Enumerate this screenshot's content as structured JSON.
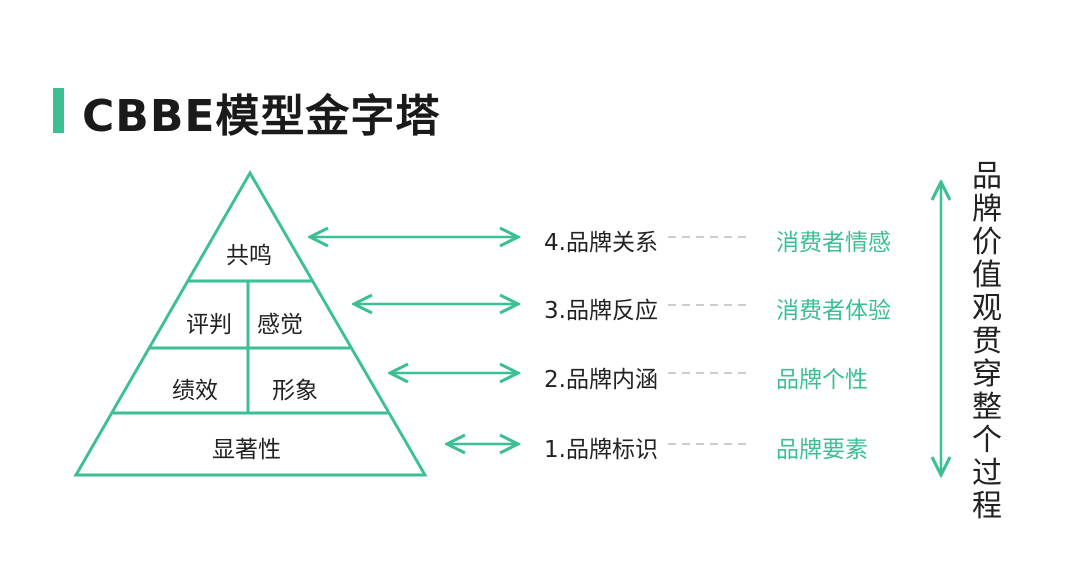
{
  "title": "CBBE模型金字塔",
  "colors": {
    "accent": "#3dbf94",
    "text": "#222222"
  },
  "pyramid": {
    "top": "共鸣",
    "row2_left": "评判",
    "row2_right": "感觉",
    "row3_left": "绩效",
    "row3_right": "形象",
    "base": "显著性"
  },
  "levels": [
    {
      "label": "4.品牌关系",
      "meaning": "消费者情感"
    },
    {
      "label": "3.品牌反应",
      "meaning": "消费者体验"
    },
    {
      "label": "2.品牌内涵",
      "meaning": "品牌个性"
    },
    {
      "label": "1.品牌标识",
      "meaning": "品牌要素"
    }
  ],
  "side_note": [
    "品",
    "牌",
    "价",
    "值",
    "观",
    "贯",
    "穿",
    "整",
    "个",
    "过",
    "程"
  ]
}
